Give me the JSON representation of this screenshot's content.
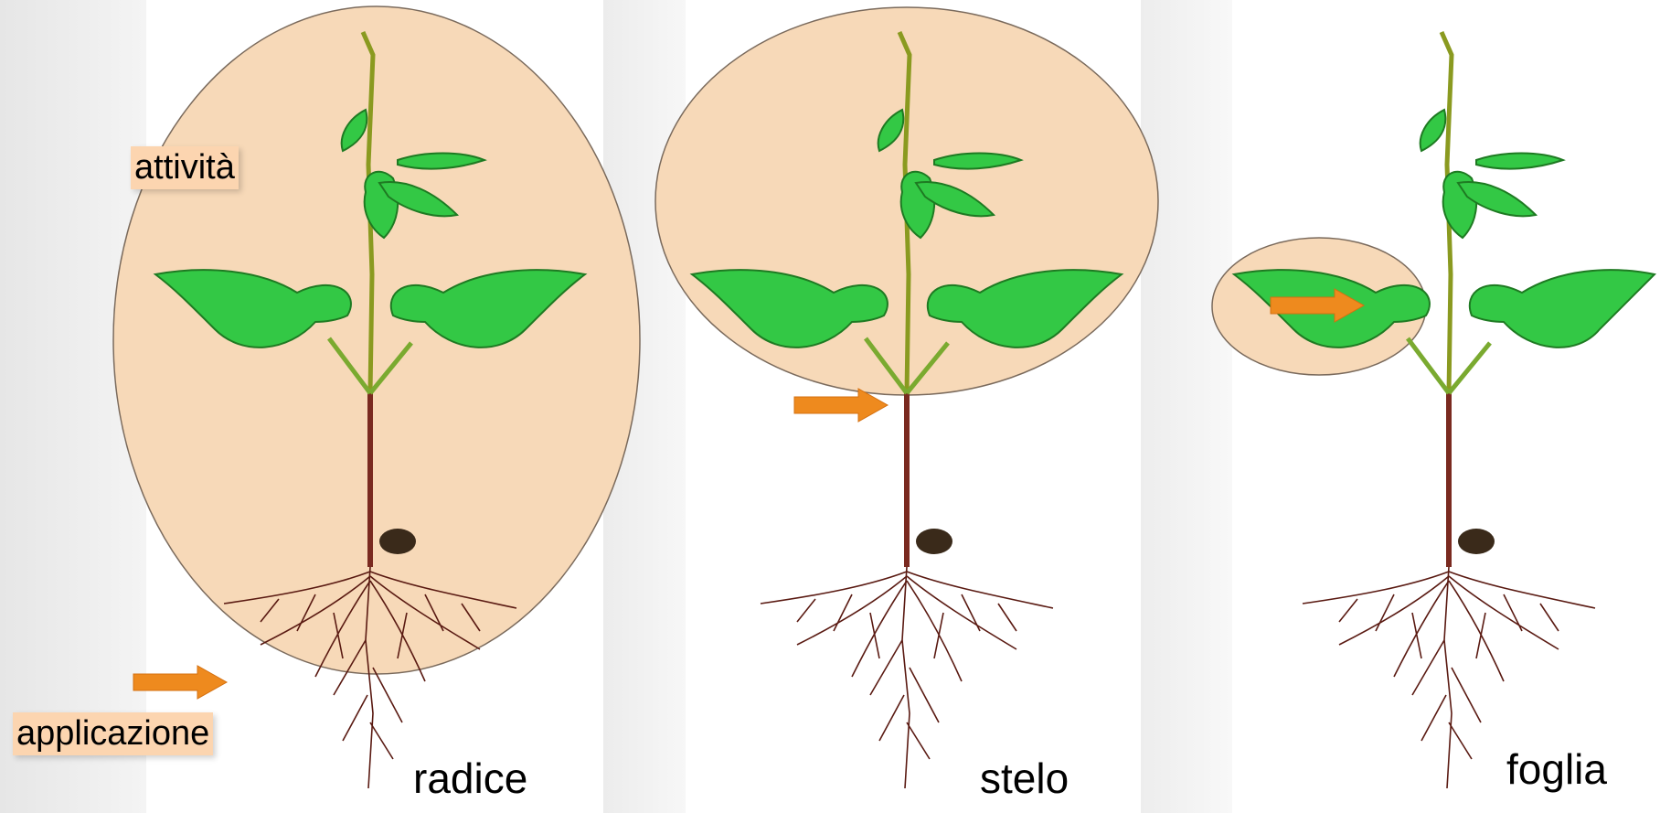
{
  "labels": {
    "activity": "attività",
    "application": "applicazione"
  },
  "panels": [
    {
      "organ": "radice",
      "highlight": "whole plant",
      "arrow_target": "root"
    },
    {
      "organ": "stelo",
      "highlight": "shoot",
      "arrow_target": "stem"
    },
    {
      "organ": "foglia",
      "highlight": "single leaf",
      "arrow_target": "leaf"
    }
  ],
  "colors": {
    "highlight_fill": "#f7d9b8",
    "highlight_stroke": "#7a6a5c",
    "tag_fill": "#fcd5b0",
    "arrow": "#ee8a1e",
    "leaf": "#33c845",
    "leaf_dark": "#1e7a22",
    "stem": "#7a2a20",
    "root": "#5a1a12"
  }
}
